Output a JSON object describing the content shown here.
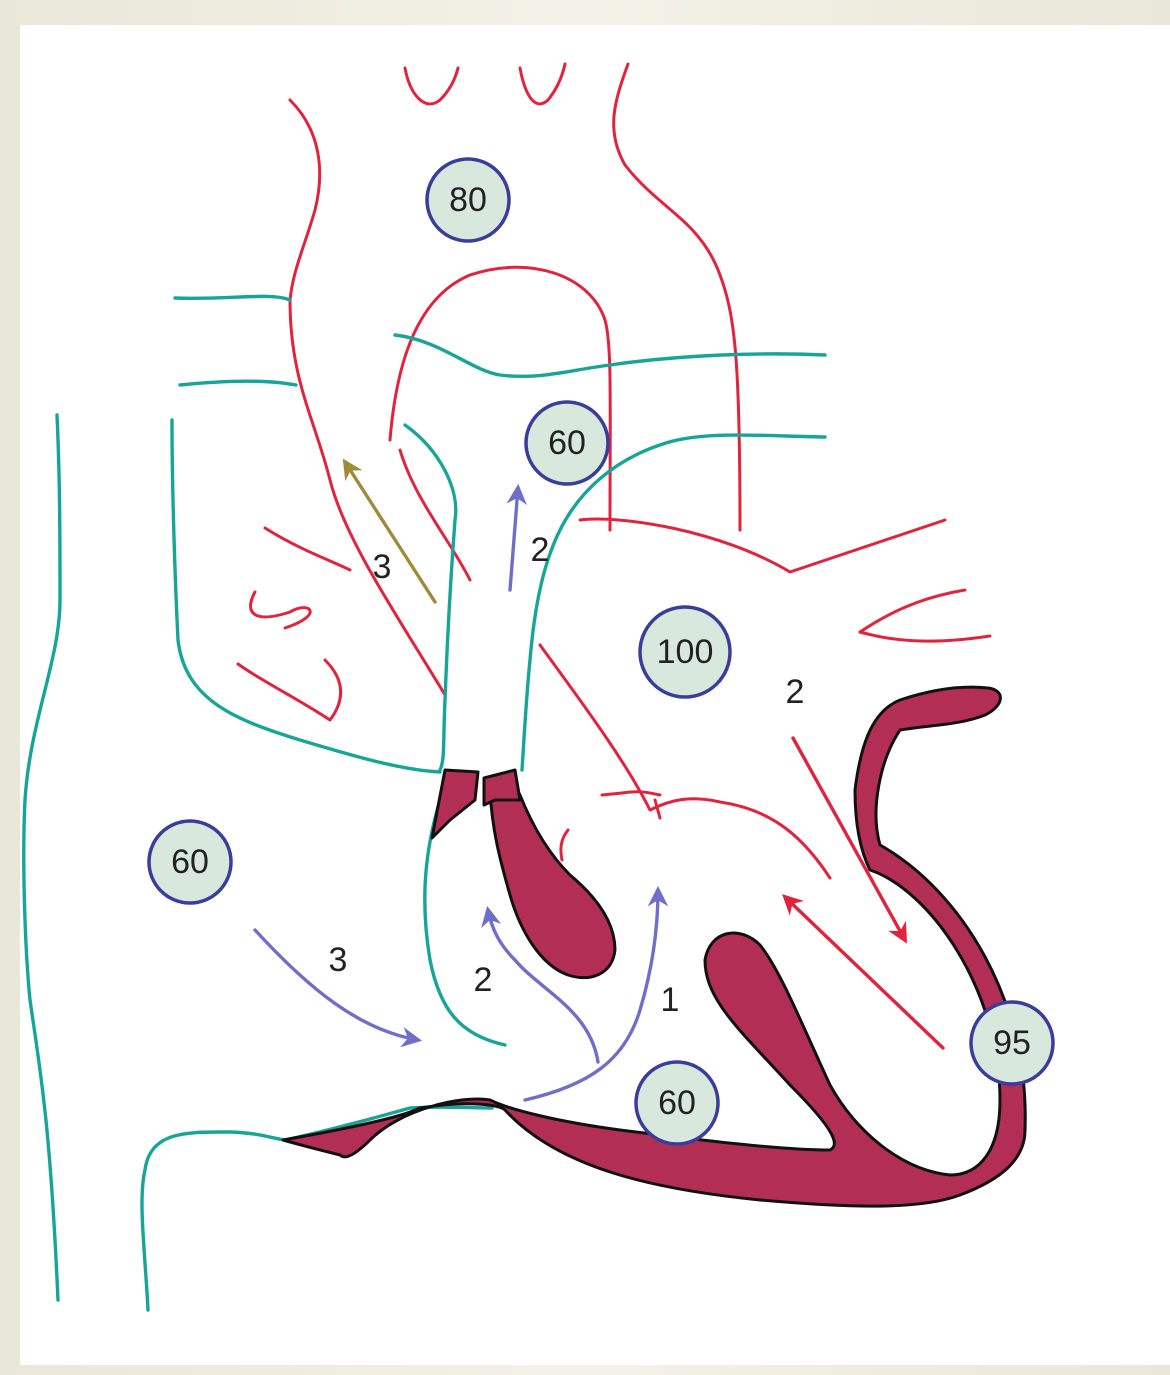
{
  "pressures": {
    "aorta": "80",
    "pulmonary_artery": "60",
    "left_atrium": "100",
    "right_atrium": "60",
    "right_ventricle": "60",
    "left_ventricle": "95"
  },
  "flow_labels": {
    "aorta_arrow": "3",
    "pulmonary_arrow": "2",
    "left_atrium_arrow": "2",
    "right_atrium_arrow": "3",
    "rv_arrow_2": "2",
    "rv_arrow_1": "1"
  },
  "colors": {
    "left_heart_outline": "#e0243d",
    "right_heart_outline": "#17a59a",
    "muscle": "#b32e55",
    "badge_fill": "#d9e8dc",
    "badge_stroke": "#3a3d9a",
    "arrow_blue": "#6f6ec9",
    "arrow_red": "#e0243d",
    "arrow_gold": "#a08b3a"
  }
}
